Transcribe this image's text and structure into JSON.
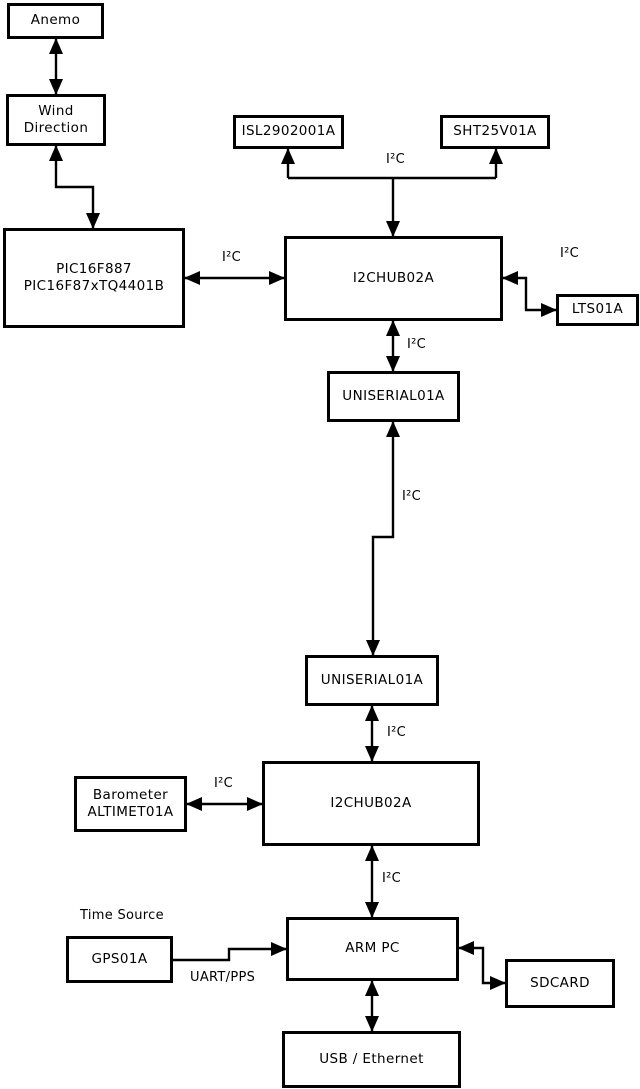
{
  "diagram": {
    "boxes": {
      "anemo": "Anemo",
      "wind_direction": [
        "Wind",
        "Direction"
      ],
      "pic": [
        "PIC16F887",
        "PIC16F87xTQ4401B"
      ],
      "isl": "ISL2902001A",
      "sht": "SHT25V01A",
      "i2chub_top": "I2CHUB02A",
      "lts": "LTS01A",
      "uniserial_top": "UNISERIAL01A",
      "uniserial_bottom": "UNISERIAL01A",
      "i2chub_bottom": "I2CHUB02A",
      "barometer": [
        "Barometer",
        "ALTIMET01A"
      ],
      "arm_pc": "ARM PC",
      "gps": "GPS01A",
      "sdcard": "SDCARD",
      "usb_ethernet": "USB / Ethernet"
    },
    "edge_labels": {
      "i2c_pic_hub": "I²C",
      "i2c_sensor_bus": "I²C",
      "i2c_lts": "I²C",
      "i2c_hub_uniserial": "I²C",
      "i2c_uniserial_link": "I²C",
      "i2c_uniserial_hub2": "I²C",
      "i2c_barometer": "I²C",
      "i2c_hub2_arm": "I²C",
      "time_source": "Time Source",
      "uart_pps": "UART/PPS"
    },
    "colors": {
      "line": "#000000",
      "text": "#000000",
      "background": "#ffffff"
    }
  }
}
